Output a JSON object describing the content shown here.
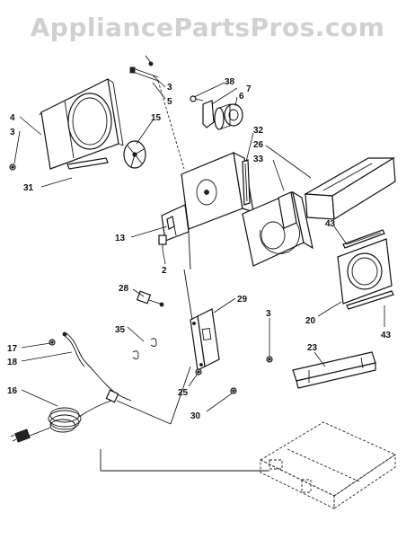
{
  "watermark": "AppliancePartsPros.com",
  "callouts": [
    {
      "id": "c3a",
      "text": "3"
    },
    {
      "id": "c5",
      "text": "5"
    },
    {
      "id": "c4",
      "text": "4"
    },
    {
      "id": "c3b",
      "text": "3"
    },
    {
      "id": "c31",
      "text": "31"
    },
    {
      "id": "c38",
      "text": "38"
    },
    {
      "id": "c7",
      "text": "7"
    },
    {
      "id": "c6",
      "text": "6"
    },
    {
      "id": "c15",
      "text": "15"
    },
    {
      "id": "c32",
      "text": "32"
    },
    {
      "id": "c26",
      "text": "26"
    },
    {
      "id": "c33",
      "text": "33"
    },
    {
      "id": "c13",
      "text": "13"
    },
    {
      "id": "c2",
      "text": "2"
    },
    {
      "id": "c43a",
      "text": "43"
    },
    {
      "id": "c28",
      "text": "28"
    },
    {
      "id": "c29",
      "text": "29"
    },
    {
      "id": "c3c",
      "text": "3"
    },
    {
      "id": "c20",
      "text": "20"
    },
    {
      "id": "c43b",
      "text": "43"
    },
    {
      "id": "c35",
      "text": "35"
    },
    {
      "id": "c17",
      "text": "17"
    },
    {
      "id": "c18",
      "text": "18"
    },
    {
      "id": "c23",
      "text": "23"
    },
    {
      "id": "c16",
      "text": "16"
    },
    {
      "id": "c25",
      "text": "25"
    },
    {
      "id": "c30",
      "text": "30"
    }
  ]
}
